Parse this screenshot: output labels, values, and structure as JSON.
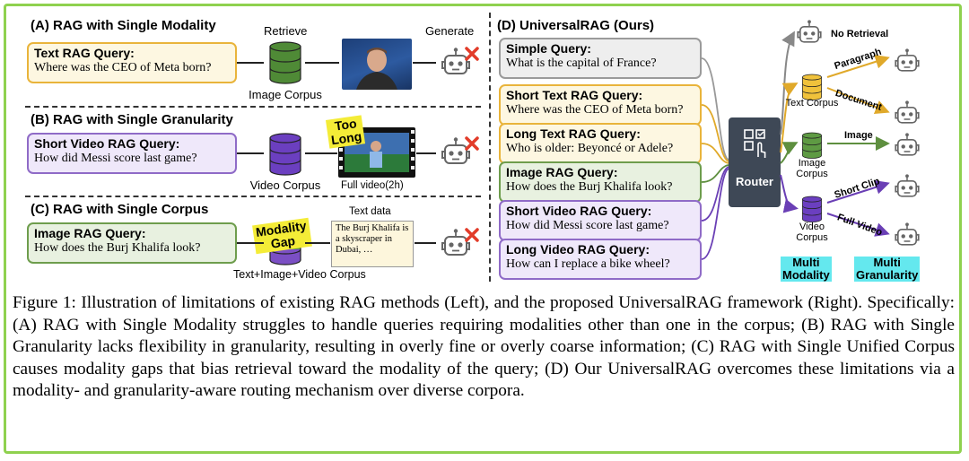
{
  "left": {
    "a": {
      "title": "(A) RAG with Single Modality",
      "query_label": "Text RAG Query:",
      "query_text": "Where was the CEO of Meta born?",
      "retrieve_label": "Retrieve",
      "corpus_label": "Image Corpus",
      "generate_label": "Generate"
    },
    "b": {
      "title": "(B) RAG with Single Granularity",
      "query_label": "Short Video RAG Query:",
      "query_text": "How did Messi score last game?",
      "corpus_label": "Video Corpus",
      "video_label": "Full video(2h)",
      "too_long_1": "Too",
      "too_long_2": "Long"
    },
    "c": {
      "title": "(C) RAG with Single Corpus",
      "query_label": "Image RAG Query:",
      "query_text": "How does the Burj Khalifa look?",
      "gap_1": "Modality",
      "gap_2": "Gap",
      "text_data_label": "Text data",
      "text_data": "The Burj Khalifa is a skyscraper in Dubai, …",
      "corpus_label": "Text+Image+Video Corpus"
    }
  },
  "right": {
    "title": "(D) UniversalRAG (Ours)",
    "queries": [
      {
        "label": "Simple Query:",
        "text": "What is the capital of France?"
      },
      {
        "label": "Short Text RAG Query:",
        "text": "Where was the CEO of Meta born?"
      },
      {
        "label": "Long Text RAG Query:",
        "text": "Who is older: Beyoncé or Adele?"
      },
      {
        "label": "Image RAG Query:",
        "text": "How does the Burj Khalifa look?"
      },
      {
        "label": "Short Video RAG Query:",
        "text": "How did Messi score last game?"
      },
      {
        "label": "Long Video RAG Query:",
        "text": "How can I replace a bike wheel?"
      }
    ],
    "router_label": "Router",
    "no_retrieval": "No Retrieval",
    "paragraph": "Paragraph",
    "document": "Document",
    "image": "Image",
    "short_clip": "Short Clip",
    "full_video": "Full Video",
    "text_corpus": "Text Corpus",
    "image_corpus": "Image Corpus",
    "video_corpus": "Video Corpus",
    "multi_modality_1": "Multi",
    "multi_modality_2": "Modality",
    "multi_granularity_1": "Multi",
    "multi_granularity_2": "Granularity"
  },
  "caption": "Figure 1: Illustration of limitations of existing RAG methods (Left), and the proposed UniversalRAG framework (Right). Specifically: (A) RAG with Single Modality struggles to handle queries requiring modalities other than one in the corpus; (B) RAG with Single Granularity lacks flexibility in granularity, resulting in overly fine or overly coarse information; (C) RAG with Single Unified Corpus causes modality gaps that bias retrieval toward the modality of the query; (D) Our UniversalRAG overcomes these limitations via a modality- and granularity-aware routing mechanism over diverse corpora.",
  "colors": {
    "text": "#e9b43b",
    "image": "#6e9d4d",
    "video": "#7b4fc4",
    "simple": "#9a9a9a",
    "router": "#3e4856",
    "highlight": "#64e8ee",
    "border": "#8fd14f",
    "cross": "#e23c2a"
  }
}
